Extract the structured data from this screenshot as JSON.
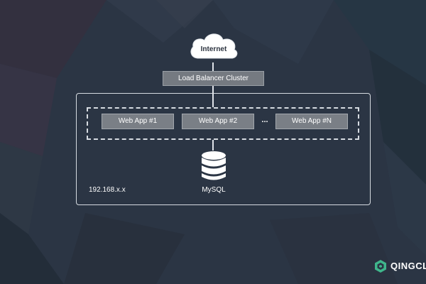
{
  "internet": {
    "label": "Internet"
  },
  "load_balancer": {
    "label": "Load Balancer Cluster"
  },
  "web_apps": [
    {
      "label": "Web App #1"
    },
    {
      "label": "Web App #2"
    },
    {
      "label": "Web App #N"
    }
  ],
  "ellipsis": "...",
  "database": {
    "label": "MySQL",
    "icon": "database-icon"
  },
  "network": {
    "label": "192.168.x.x"
  },
  "brand": {
    "text": "QINGCLO",
    "icon": "qingcloud-logo-icon"
  },
  "colors": {
    "background": "#2b3544",
    "box_fill": "#757a81",
    "line": "#dfe3e8",
    "brand_accent": "#3fb68b"
  }
}
